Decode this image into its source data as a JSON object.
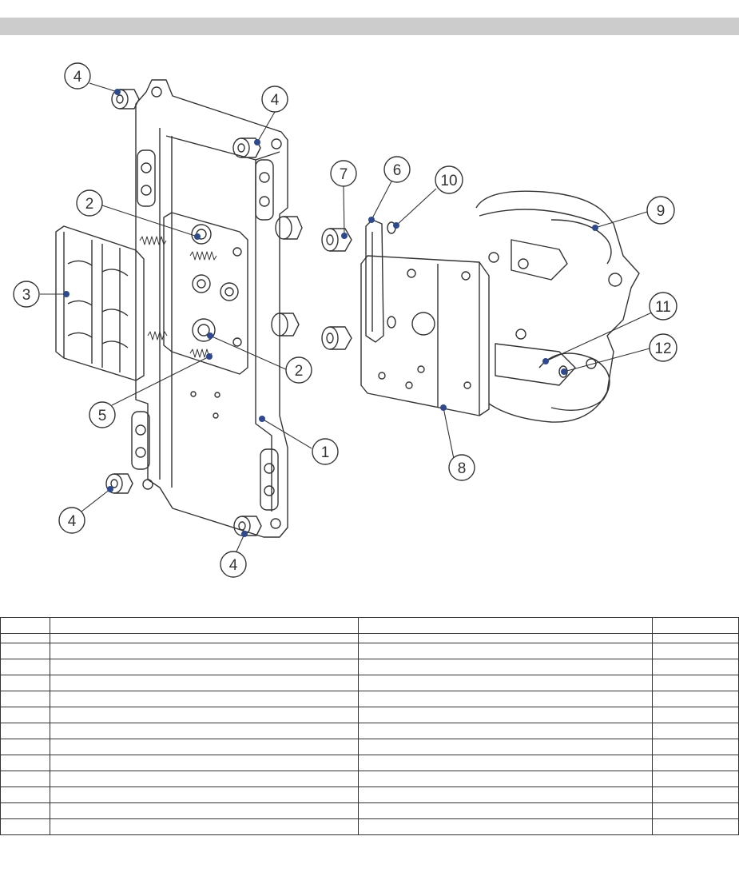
{
  "colors": {
    "bar": "#cccccc",
    "line": "#333333",
    "dot": "#2e4a8c"
  },
  "callouts": [
    {
      "num": "4"
    },
    {
      "num": "4"
    },
    {
      "num": "2"
    },
    {
      "num": "3"
    },
    {
      "num": "5"
    },
    {
      "num": "2"
    },
    {
      "num": "7"
    },
    {
      "num": "6"
    },
    {
      "num": "10"
    },
    {
      "num": "9"
    },
    {
      "num": "11"
    },
    {
      "num": "12"
    },
    {
      "num": "8"
    },
    {
      "num": "1"
    },
    {
      "num": "4"
    },
    {
      "num": "4"
    }
  ],
  "table": {
    "rows": [
      [
        "",
        "",
        "",
        ""
      ],
      [
        "",
        "",
        "",
        ""
      ],
      [
        "",
        "",
        "",
        ""
      ],
      [
        "",
        "",
        "",
        ""
      ],
      [
        "",
        "",
        "",
        ""
      ],
      [
        "",
        "",
        "",
        ""
      ],
      [
        "",
        "",
        "",
        ""
      ],
      [
        "",
        "",
        "",
        ""
      ],
      [
        "",
        "",
        "",
        ""
      ],
      [
        "",
        "",
        "",
        ""
      ],
      [
        "",
        "",
        "",
        ""
      ],
      [
        "",
        "",
        "",
        ""
      ],
      [
        "",
        "",
        "",
        ""
      ],
      [
        "",
        "",
        "",
        ""
      ]
    ]
  }
}
